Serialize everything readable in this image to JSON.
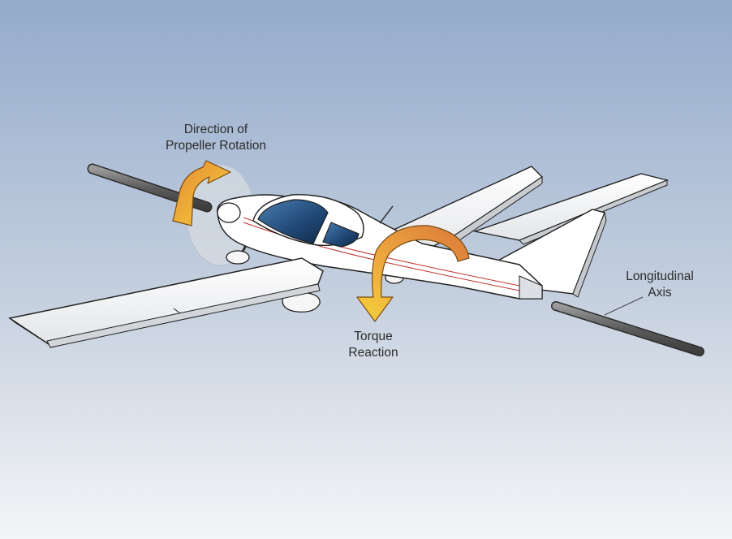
{
  "labels": {
    "propeller_rotation": [
      "Direction of",
      "Propeller Rotation"
    ],
    "longitudinal_axis": [
      "Longitudinal",
      "Axis"
    ],
    "torque_reaction": [
      "Torque",
      "Reaction"
    ]
  },
  "colors": {
    "sky_top": "#94abcc",
    "sky_bottom": "#f4f5f7",
    "arrow_orange": "#ea9a3c",
    "arrow_yellow": "#f5d23a",
    "axis_gray": "#6c6c6c",
    "canopy_blue": "#1f4674",
    "stripe_red": "#c0302a"
  },
  "icons": [
    "propeller-rotation-arrow-icon",
    "torque-reaction-arrow-icon"
  ]
}
